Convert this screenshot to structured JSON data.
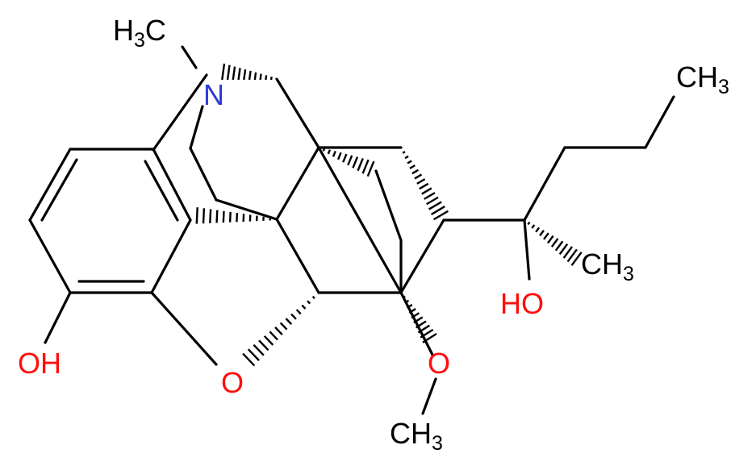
{
  "colors": {
    "bond": "#000000",
    "carbon_text": "#000000",
    "nitrogen": "#2b3bd6",
    "oxygen": "#ff0d0d"
  },
  "labels": {
    "n_methyl": {
      "main": "H",
      "sub": "3",
      "tail": "C"
    },
    "nitrogen": "N",
    "propyl_methyl": {
      "main": "CH",
      "sub": "3"
    },
    "side_methyl": {
      "main": "CH",
      "sub": "3"
    },
    "side_hydroxyl": "HO",
    "phenol_hydroxyl": "OH",
    "ether_oxygen": "O",
    "methoxy_oxygen": "O",
    "methoxy_methyl": {
      "main": "CH",
      "sub": "3"
    }
  }
}
